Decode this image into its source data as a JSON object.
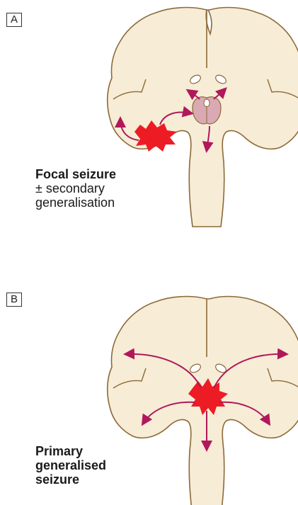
{
  "panels": [
    {
      "letter": "A",
      "caption_lines": [
        "Focal seizure",
        "± secondary",
        "generalisation"
      ]
    },
    {
      "letter": "B",
      "caption_lines": [
        "Primary",
        "generalised",
        "seizure"
      ]
    }
  ],
  "colors": {
    "brain_fill": "#f7ecd6",
    "brain_outline": "#8b6a38",
    "seizure_focus": "#ed1c24",
    "arrow": "#b0185a",
    "thalamus": "#d9a9b4"
  }
}
